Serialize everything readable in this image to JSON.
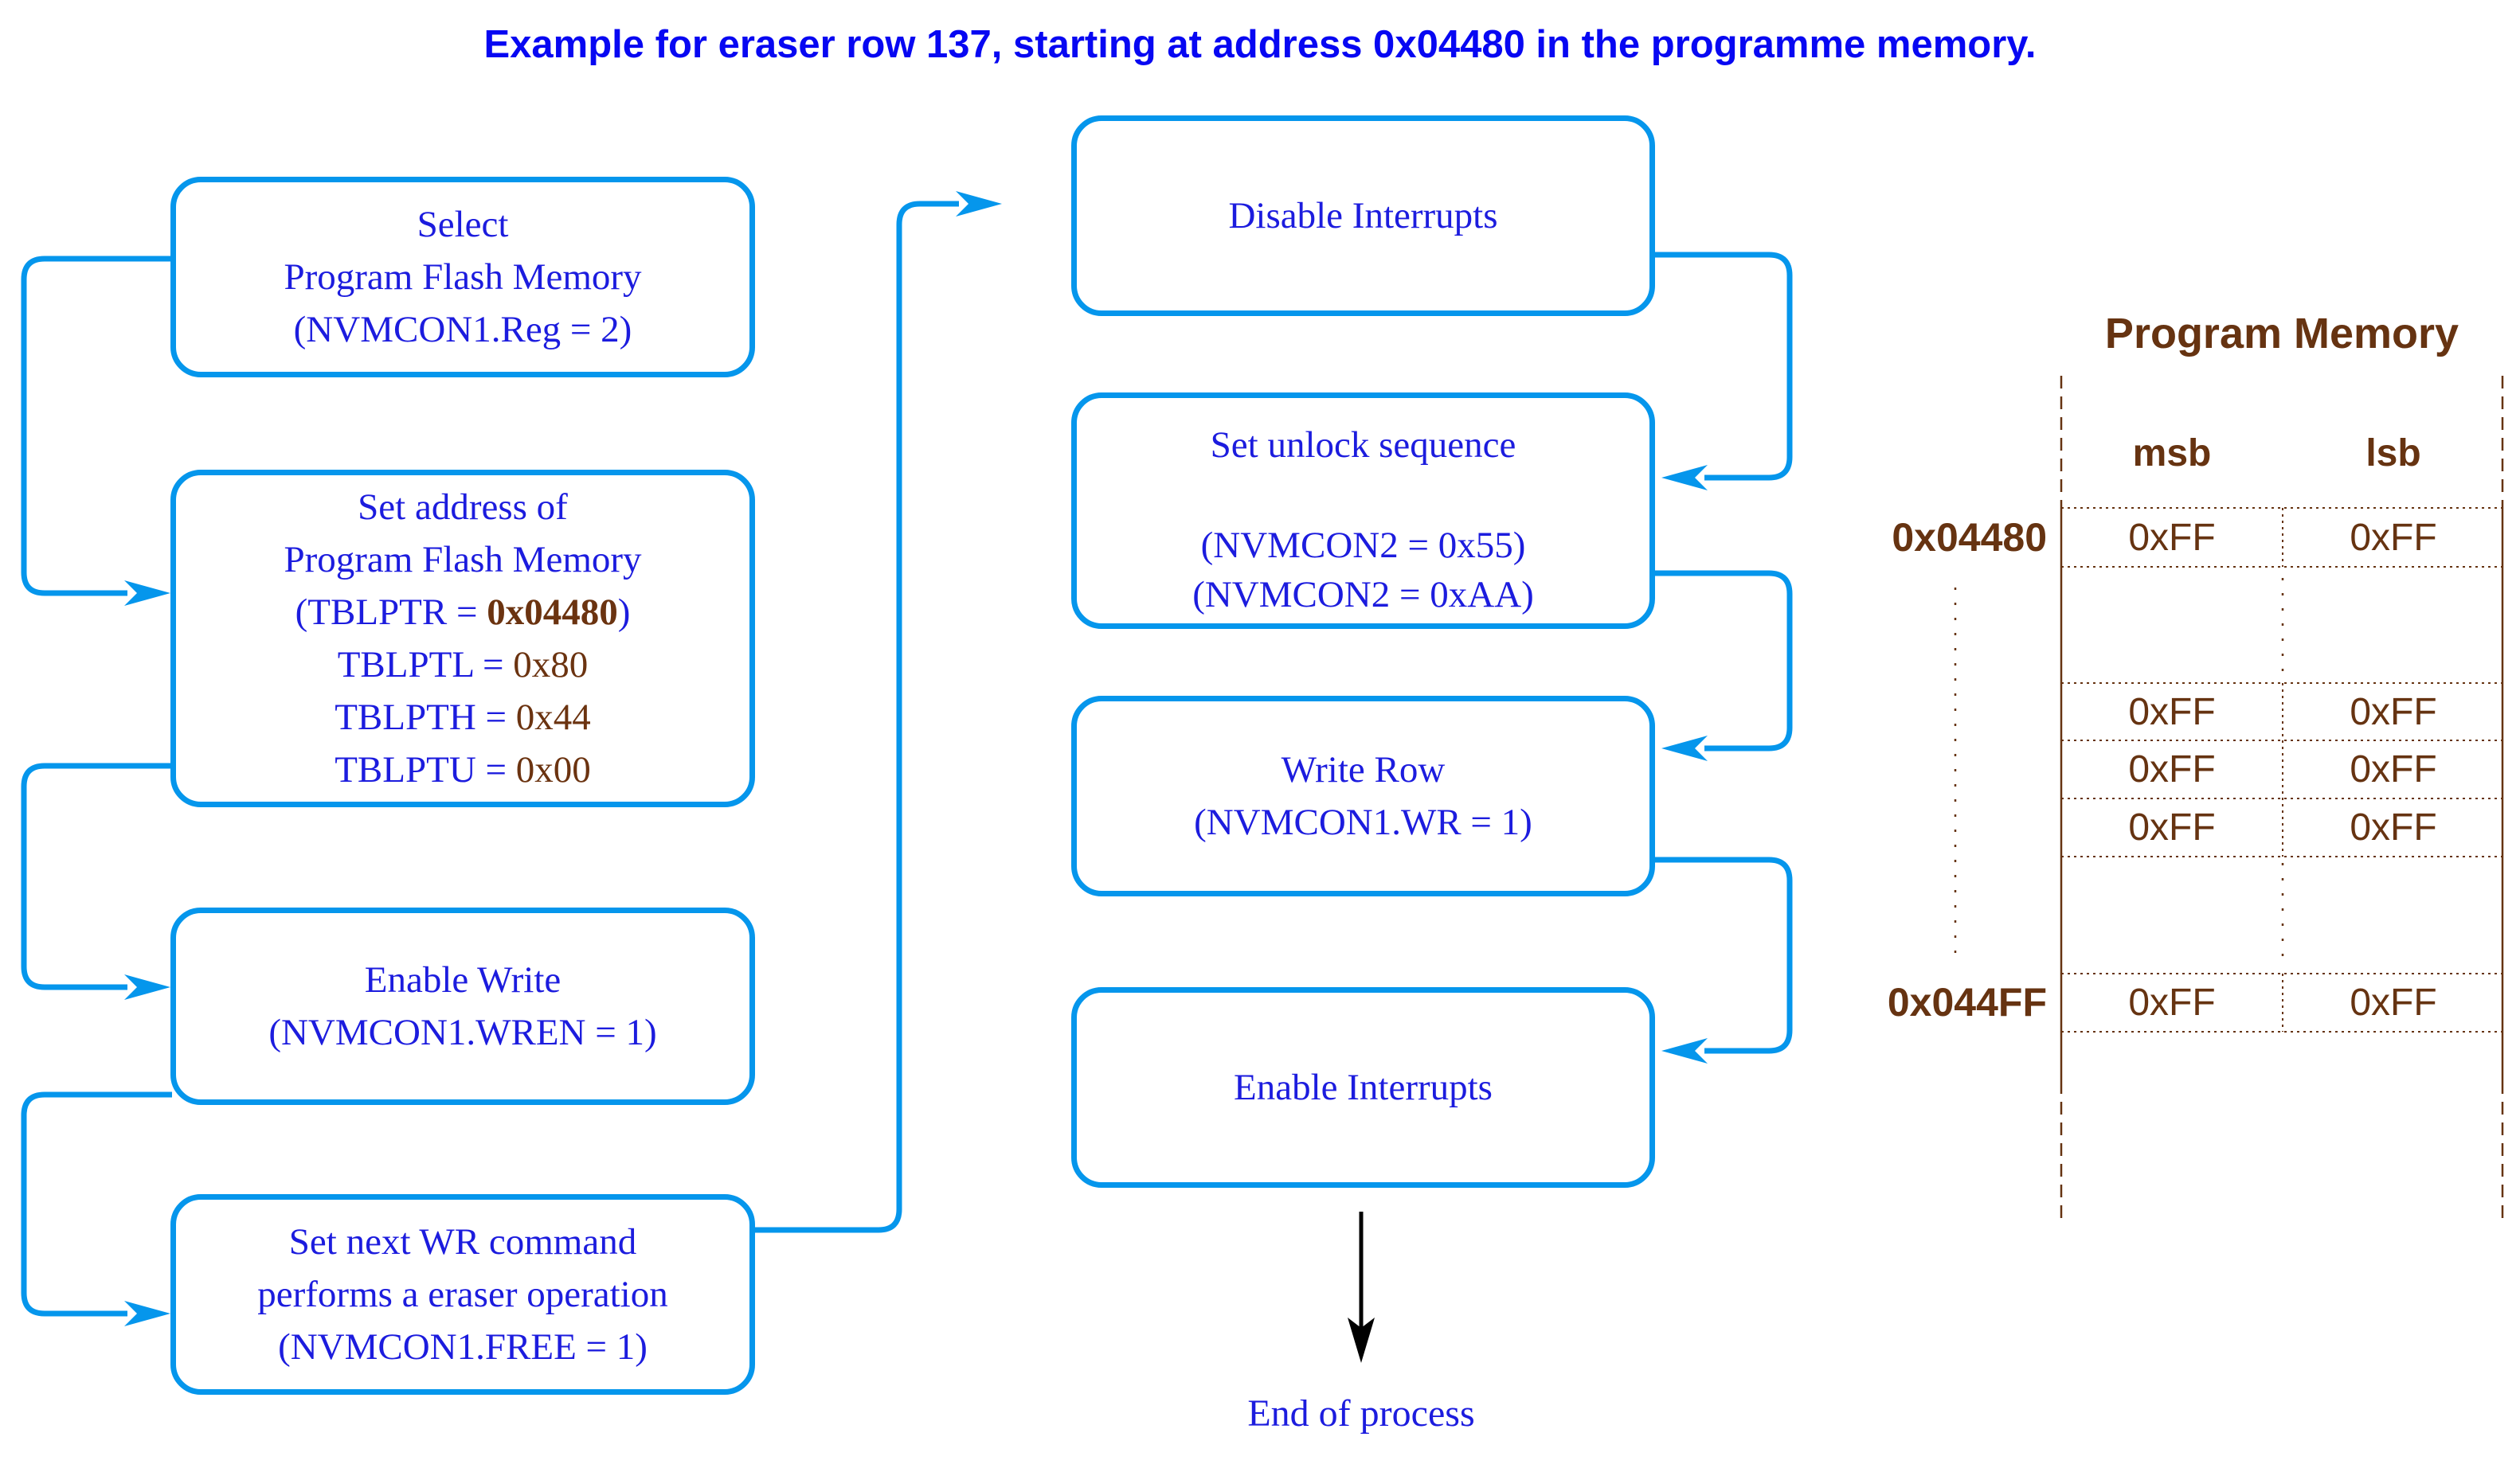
{
  "title": "Example for eraser row 137, starting at address 0x04480 in the programme memory.",
  "flow": {
    "select_box": {
      "l1": "Select",
      "l2": "Program Flash Memory",
      "l3": "(NVMCON1.Reg = 2)"
    },
    "set_address_box": {
      "l1": "Set address of",
      "l2": "Program Flash Memory",
      "l3_pre": "(TBLPTR = ",
      "l3_val": "0x04480",
      "l3_post": ")",
      "l4_pre": "TBLPTL = ",
      "l4_val": "0x80",
      "l5_pre": "TBLPTH = ",
      "l5_val": "0x44",
      "l6_pre": "TBLPTU = ",
      "l6_val": "0x00"
    },
    "enable_write_box": {
      "l1": "Enable Write",
      "l2": "(NVMCON1.WREN = 1)"
    },
    "set_free_box": {
      "l1": "Set next WR command",
      "l2": "performs a eraser operation",
      "l3": "(NVMCON1.FREE = 1)"
    },
    "disable_interrupts_box": {
      "l1": "Disable Interrupts"
    },
    "unlock_box": {
      "l1": "Set unlock sequence",
      "l2": "(NVMCON2 = 0x55)",
      "l3": "(NVMCON2 = 0xAA)"
    },
    "write_row_box": {
      "l1": "Write Row",
      "l2": "(NVMCON1.WR = 1)"
    },
    "enable_interrupts_box": {
      "l1": "Enable Interrupts"
    },
    "end_label": "End of process"
  },
  "memory_table": {
    "title": "Program Memory",
    "headers": {
      "msb": "msb",
      "lsb": "lsb"
    },
    "rows": [
      {
        "address": "0x04480",
        "msb": "0xFF",
        "lsb": "0xFF"
      },
      {
        "address": "",
        "msb": "0xFF",
        "lsb": "0xFF"
      },
      {
        "address": "",
        "msb": "0xFF",
        "lsb": "0xFF"
      },
      {
        "address": "",
        "msb": "0xFF",
        "lsb": "0xFF"
      },
      {
        "address": "0x044FF",
        "msb": "0xFF",
        "lsb": "0xFF"
      }
    ]
  },
  "colors": {
    "box_border_blue": "#0596EC",
    "arrow_blue": "#0596EC",
    "text_blue": "#1C1CDE",
    "title_blue": "#0707F2",
    "brown": "#6B3310",
    "table_brown": "#663311",
    "end_arrow_black": "#000000"
  }
}
